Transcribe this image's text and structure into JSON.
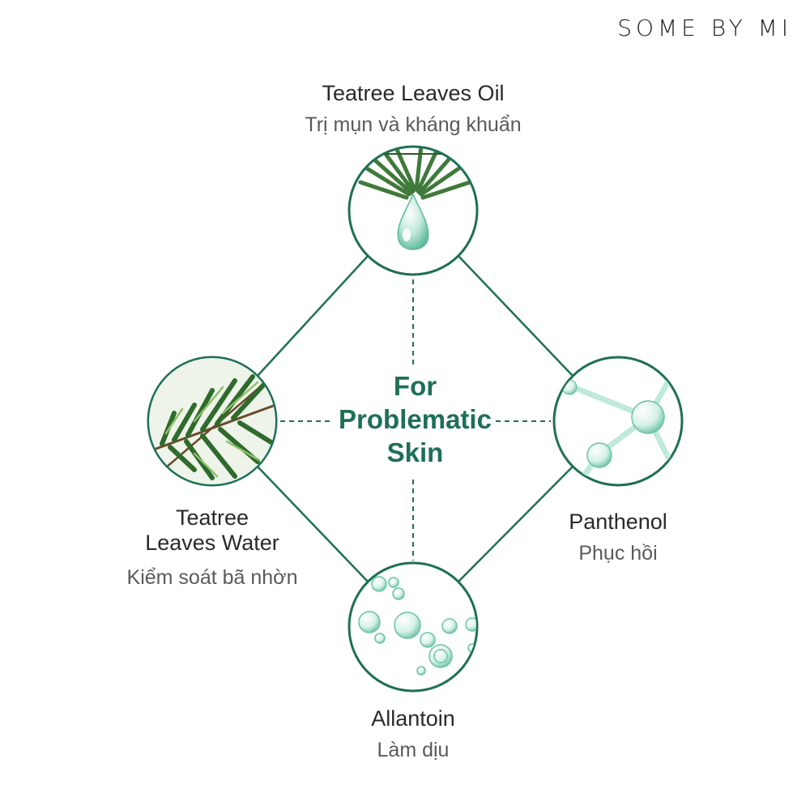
{
  "brand": {
    "logo_text": "SOME BY MI"
  },
  "diagram": {
    "center_lines": [
      "For",
      "Problematic",
      "Skin"
    ],
    "nodes": {
      "top": {
        "name_lines": [
          "Teatree Leaves Oil"
        ],
        "desc": "Trị mụn và kháng khuẩn"
      },
      "left": {
        "name_lines": [
          "Teatree",
          "Leaves Water"
        ],
        "desc": "Kiểm soát bã nhờn"
      },
      "right": {
        "name_lines": [
          "Panthenol"
        ],
        "desc": "Phục hồi"
      },
      "bottom": {
        "name_lines": [
          "Allantoin"
        ],
        "desc": "Làm dịu"
      }
    }
  },
  "colors": {
    "accent": "#1f6f57",
    "leaf": "#3f7a3a",
    "water": "#8fd2bb"
  },
  "icons": [
    "teatree-oil-drop-icon",
    "rosemary-leaves-icon",
    "molecule-icon",
    "bubbles-icon"
  ]
}
